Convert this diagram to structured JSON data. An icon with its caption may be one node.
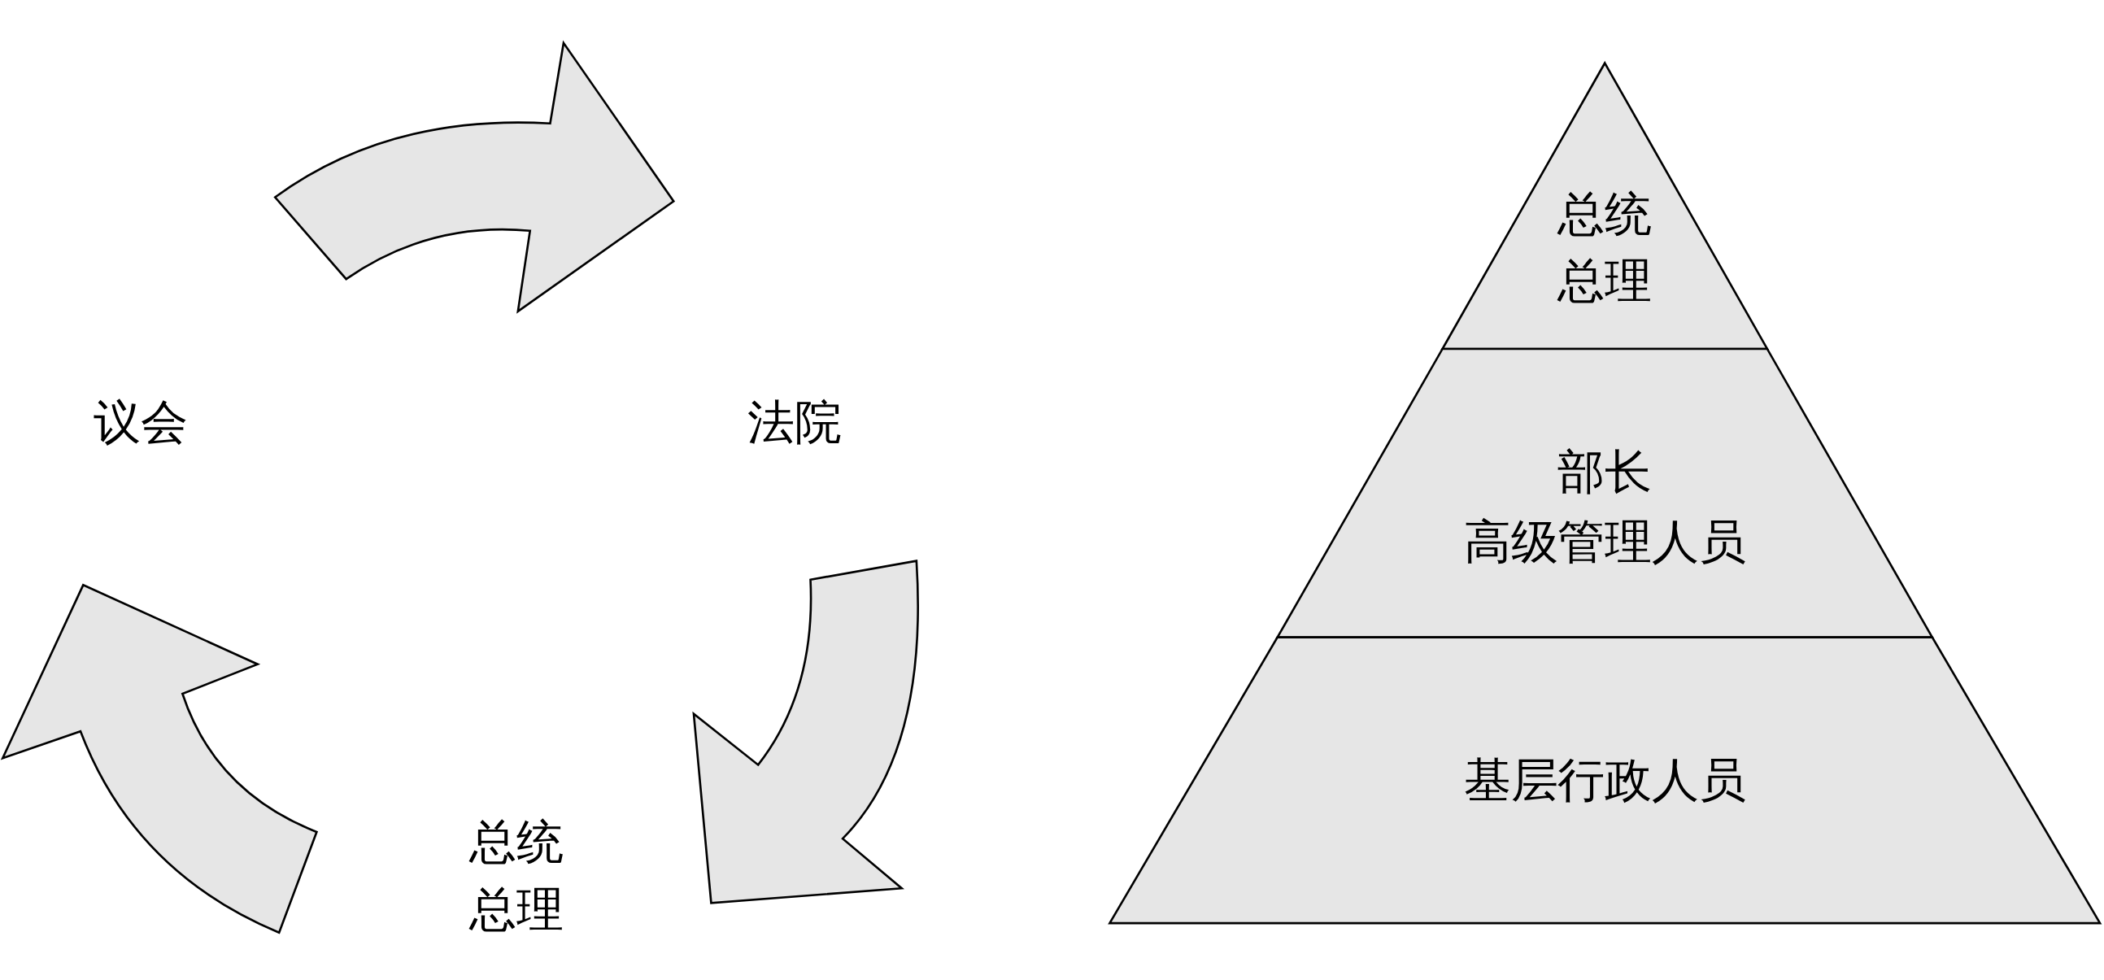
{
  "diagram": {
    "nodes": [
      {
        "text": [
          "议会"
        ]
      },
      {
        "text": [
          "法院"
        ]
      },
      {
        "text": [
          "总统",
          "总理"
        ]
      },
      {
        "text": [
          "总统",
          "总理"
        ]
      },
      {
        "text": [
          "部长",
          "高级管理人员"
        ]
      },
      {
        "text": [
          "基层行政人员"
        ]
      }
    ],
    "edges": [
      {
        "from": 0,
        "to": 1,
        "arrow": "to"
      },
      {
        "from": 1,
        "to": 2,
        "arrow": "to"
      },
      {
        "from": 2,
        "to": 0,
        "arrow": "to"
      }
    ]
  }
}
